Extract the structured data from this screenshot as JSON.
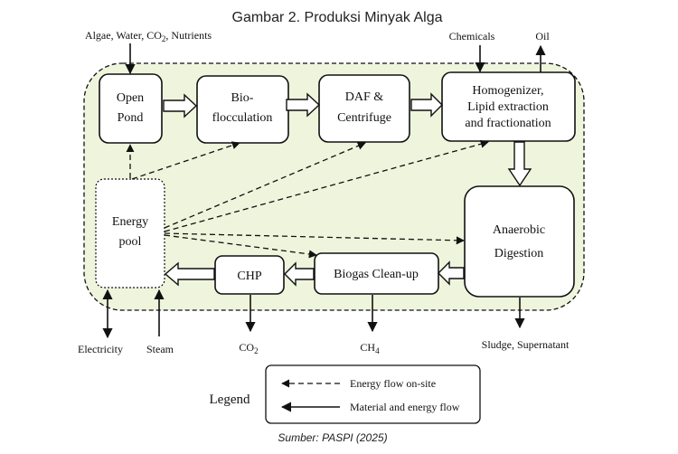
{
  "title": "Gambar 2. Produksi Minyak Alga",
  "inputs": {
    "feed_main": "Algae, Water, CO",
    "feed_sub": "2",
    "feed_tail": ", Nutrients",
    "chemicals": "Chemicals",
    "oil": "Oil"
  },
  "boxes": {
    "open_pond": [
      "Open",
      "Pond"
    ],
    "bioflocculation": [
      "Bio-",
      "flocculation"
    ],
    "daf": [
      "DAF &",
      "Centrifuge"
    ],
    "homogenizer": [
      "Homogenizer,",
      "Lipid extraction",
      "and fractionation"
    ],
    "energy_pool": [
      "Energy",
      "pool"
    ],
    "anaerobic": [
      "Anaerobic",
      "Digestion"
    ],
    "biogas": "Biogas Clean-up",
    "chp": "CHP"
  },
  "outputs": {
    "electricity": "Electricity",
    "steam": "Steam",
    "co2_main": "CO",
    "co2_sub": "2",
    "ch4_main": "CH",
    "ch4_sub": "4",
    "sludge": "Sludge, Supernatant"
  },
  "legend": {
    "title": "Legend",
    "dashed": "Energy flow on-site",
    "solid": "Material and energy flow"
  },
  "source": "Sumber: PASPI (2025)",
  "colors": {
    "background_region": "#eef5dc",
    "stroke": "#111111"
  }
}
